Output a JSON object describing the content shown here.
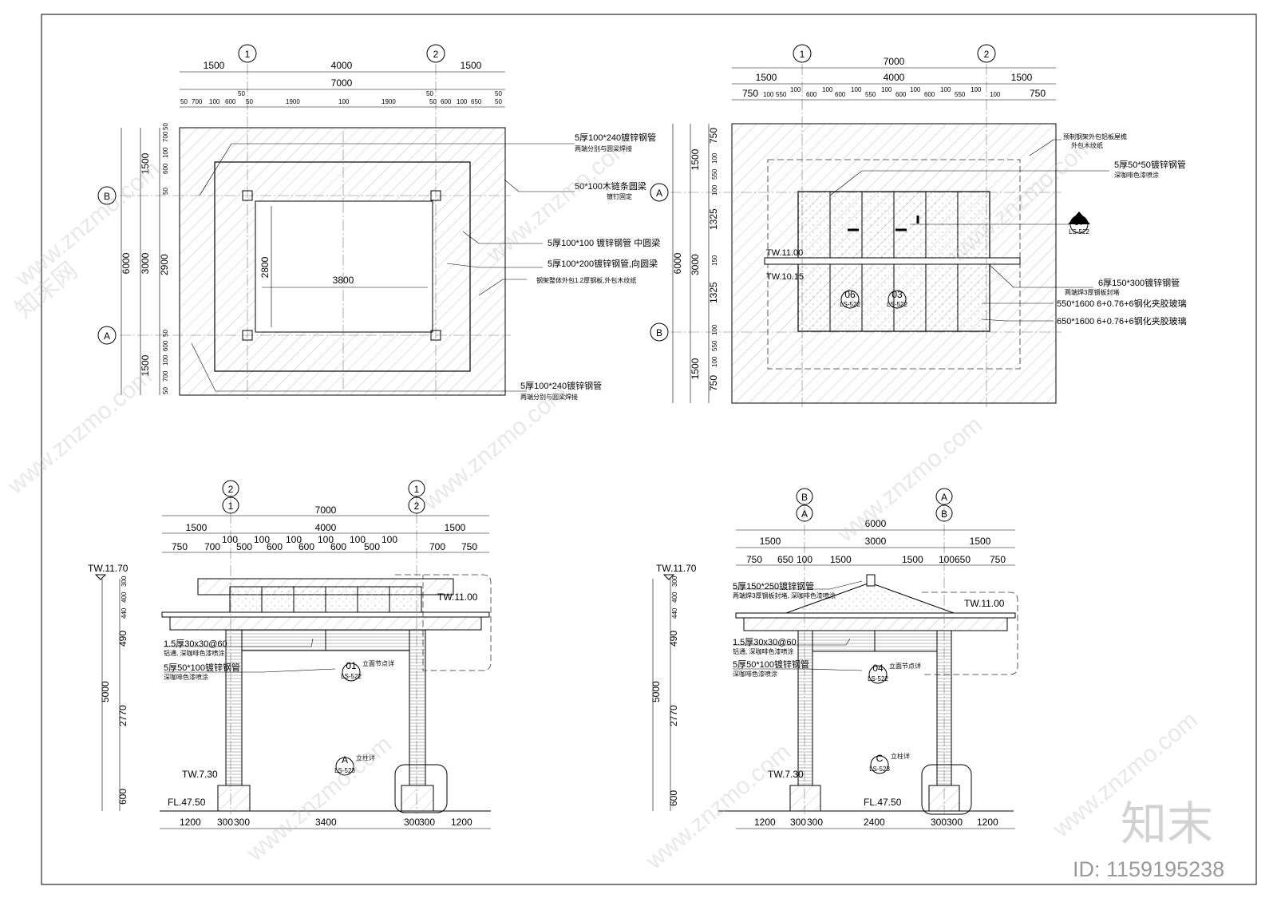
{
  "plan1": {
    "grid_cols": [
      "1",
      "2"
    ],
    "grid_rows": [
      "B",
      "A"
    ],
    "top_dims_l1": [
      "1500",
      "4000",
      "1500"
    ],
    "top_dim_total": "7000",
    "top_dims_l3": [
      "50",
      "700",
      "100",
      "600",
      "50",
      "50",
      "1900",
      "100",
      "1900",
      "50",
      "50",
      "600",
      "100",
      "650",
      "50",
      "50"
    ],
    "left_dims_outer": [
      "1500",
      "6000",
      "3000",
      "1500"
    ],
    "left_dims_inner": [
      "50",
      "700",
      "100",
      "600",
      "50",
      "2900",
      "50",
      "600",
      "100",
      "700",
      "50"
    ],
    "inner_w": "3800",
    "inner_h": "2800",
    "notes": [
      "5厚100*240镀锌钢管",
      "两端分别与圆梁焊接",
      "50*100木链条圆梁",
      "镀钉固定",
      "5厚100*100 镀锌钢管 中圆梁",
      "5厚100*200镀锌钢管,向圆梁",
      "钢架整体外包1.2厚钢板,外包木纹纸",
      "5厚100*240镀锌钢管",
      "两端分别与圆梁焊接"
    ]
  },
  "plan2": {
    "grid_cols": [
      "1",
      "2"
    ],
    "grid_rows": [
      "A",
      "B"
    ],
    "top_dim_total": "7000",
    "top_dims_l2": [
      "1500",
      "4000",
      "1500"
    ],
    "top_dims_l3": [
      "750",
      "100",
      "550",
      "100",
      "600",
      "100",
      "600",
      "100",
      "550",
      "100",
      "600",
      "100",
      "600",
      "100",
      "550",
      "100",
      "100",
      "750"
    ],
    "left_dims_outer": [
      "1500",
      "6000",
      "1500"
    ],
    "left_dims_mid": [
      "750",
      "100",
      "550",
      "100",
      "1325",
      "3000",
      "150",
      "1325",
      "100",
      "550",
      "100",
      "750"
    ],
    "levels": [
      "TW.11.00",
      "TW.10.15"
    ],
    "tags": [
      {
        "num": "07",
        "ref": "LS-522"
      },
      {
        "num": "06",
        "ref": "LS-522"
      },
      {
        "num": "03",
        "ref": "LS-522"
      }
    ],
    "notes": [
      "预制钢架外包铝板屋檐",
      "外包木纹纸",
      "5厚50*50镀锌钢管",
      "深咖啡色漆喷涂",
      "6厚150*300镀锌钢管",
      "两端焊3厚钢板封堵",
      "550*1600 6+0.76+6钢化夹胶玻璃",
      "650*1600 6+0.76+6钢化夹胶玻璃"
    ]
  },
  "elev1": {
    "grid_labels": [
      "2",
      "1",
      "1",
      "2"
    ],
    "top_dim_total": "7000",
    "top_dims_l2": [
      "1500",
      "4000",
      "1500"
    ],
    "top_dims_l3": [
      "750",
      "700",
      "100",
      "500",
      "100",
      "600",
      "100",
      "600",
      "100",
      "600",
      "100",
      "500",
      "100",
      "700",
      "750"
    ],
    "levels": [
      "TW.11.70",
      "TW.11.00",
      "TW.7.30",
      "FL.47.50"
    ],
    "left_dims": [
      "300",
      "400",
      "440",
      "490",
      "5000",
      "2770",
      "600"
    ],
    "bottom_dims": [
      "1200",
      "300",
      "300",
      "3400",
      "300",
      "300",
      "1200"
    ],
    "notes": [
      "1.5厚30x30@60",
      "铝通, 深咖啡色漆喷涂",
      "5厚50*100镀锌钢管",
      "深咖啡色漆喷涂"
    ],
    "tags": [
      {
        "num": "01",
        "ref": "LS-522",
        "title": "立面节点详"
      },
      {
        "num": "A",
        "ref": "LS-523",
        "title": "立柱详"
      }
    ]
  },
  "elev2": {
    "grid_labels": [
      "B",
      "A",
      "A",
      "B"
    ],
    "top_dim_total": "6000",
    "top_dims_l2": [
      "1500",
      "3000",
      "1500"
    ],
    "top_dims_l3": [
      "750",
      "650",
      "100",
      "1500",
      "1500",
      "100",
      "650",
      "750"
    ],
    "levels": [
      "TW.11.70",
      "TW.11.00",
      "TW.7.30",
      "FL.47.50"
    ],
    "left_dims": [
      "300",
      "400",
      "440",
      "490",
      "5000",
      "2770",
      "600"
    ],
    "bottom_dims": [
      "1200",
      "300",
      "300",
      "2400",
      "300",
      "300",
      "1200"
    ],
    "notes": [
      "5厚150*250镀锌钢管",
      "两端焊3厚钢板封堵, 深咖啡色漆喷涂",
      "1.5厚30x30@60",
      "铝通, 深咖啡色漆喷涂",
      "5厚50*100镀锌钢管",
      "深咖啡色漆喷涂"
    ],
    "tags": [
      {
        "num": "04",
        "ref": "LS-522",
        "title": "立面节点详"
      },
      {
        "num": "C",
        "ref": "LS-523",
        "title": "立柱详"
      }
    ]
  },
  "watermark": {
    "text": "www.znzmo.com",
    "cn_text": "知末网",
    "brand": "知末",
    "id": "ID: 1159195238"
  }
}
